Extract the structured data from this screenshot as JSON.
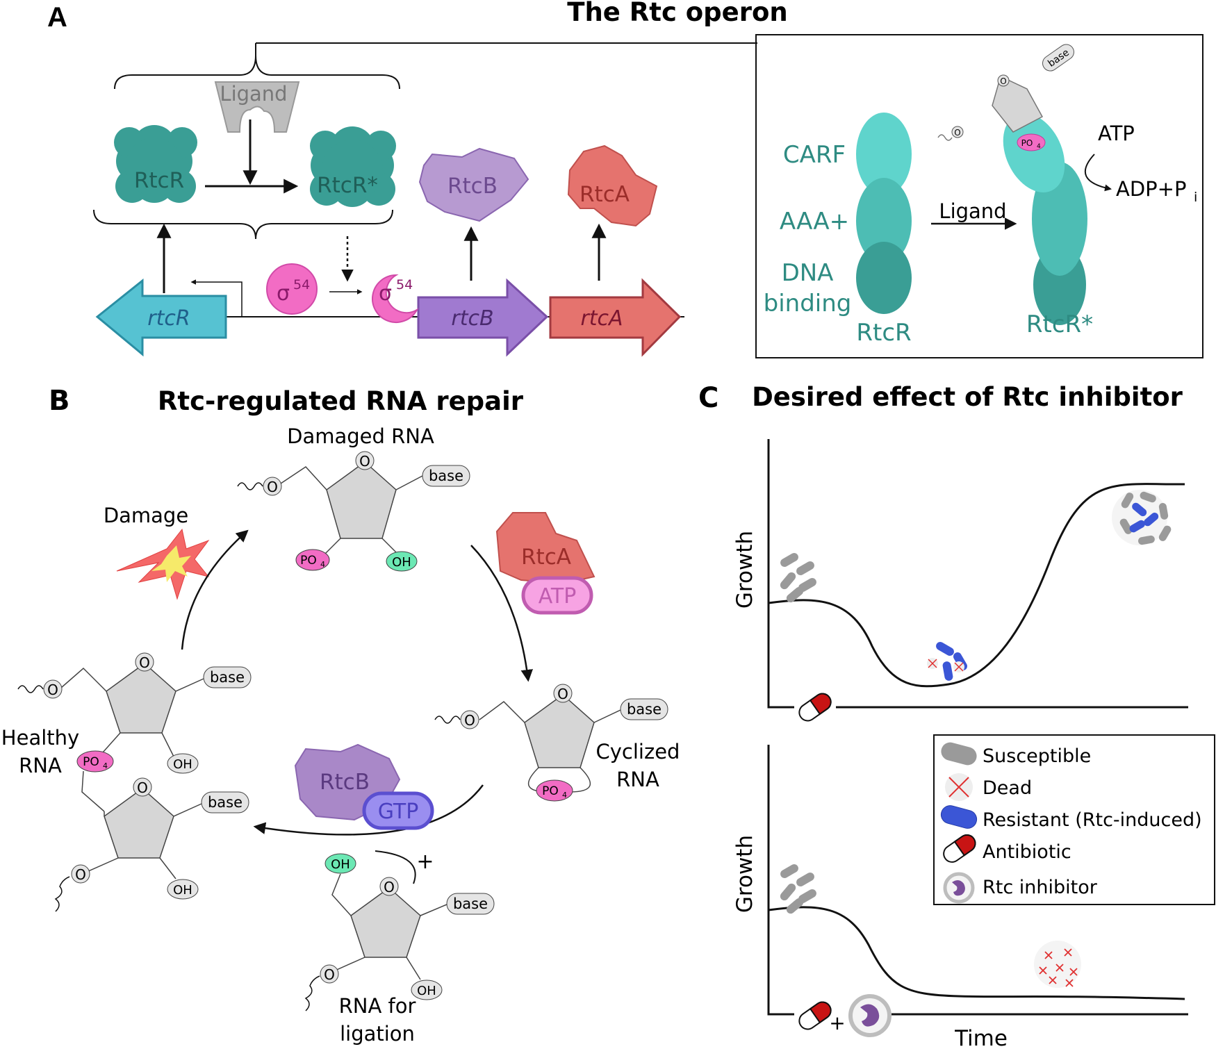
{
  "panelA": {
    "letter": "A",
    "title": "The Rtc operon",
    "ligand": "Ligand",
    "rtcR": "RtcR",
    "rtcRstar": "RtcR*",
    "rtcB": "RtcB",
    "rtcA": "RtcA",
    "sigma": "σ",
    "sigma_sup": "54",
    "gene_rtcR": "rtcR",
    "gene_rtcB": "rtcB",
    "gene_rtcA": "rtcA",
    "inset": {
      "carf": "CARF",
      "aaa": "AAA+",
      "dna1": "DNA",
      "dna2": "binding",
      "rtcR": "RtcR",
      "ligand": "Ligand",
      "rtcRstar": "RtcR*",
      "atp": "ATP",
      "adp": "ADP+P",
      "adp_sub": "i",
      "base": "base",
      "o": "O",
      "po4": "PO",
      "po4_sub": "4"
    }
  },
  "panelB": {
    "letter": "B",
    "title": "Rtc-regulated RNA repair",
    "damaged": "Damaged RNA",
    "damage": "Damage",
    "healthy1": "Healthy",
    "healthy2": "RNA",
    "cyclized1": "Cyclized",
    "cyclized2": "RNA",
    "ligation1": "RNA for",
    "ligation2": "ligation",
    "rtcA": "RtcA",
    "atp": "ATP",
    "rtcB": "RtcB",
    "gtp": "GTP",
    "base": "base",
    "o": "O",
    "oh": "OH",
    "po4": "PO",
    "po4_sub": "4",
    "plus": "+"
  },
  "panelC": {
    "letter": "C",
    "title": "Desired effect of Rtc inhibitor",
    "ylabel_top": "Growth",
    "ylabel_bottom": "Growth",
    "xlabel": "Time",
    "plus": "+",
    "legend": [
      "Susceptible",
      "Dead",
      "Resistant (Rtc-induced)",
      "Antibiotic",
      "Rtc inhibitor"
    ]
  },
  "colors": {
    "teal_dark": "#2e8b82",
    "teal_light": "#5fd4cc",
    "teal_mid": "#4dbdb4",
    "teal_deep": "#3a9e95",
    "purple": "#b28fcf",
    "salmon": "#e5736e",
    "pink": "#f26cc4",
    "cyan_gene": "#56c2d2",
    "violet_gene": "#a07ad0",
    "red_gene": "#e5736e",
    "blue_resistant": "#3b56d6",
    "gray_cell": "#8f8f8f"
  }
}
